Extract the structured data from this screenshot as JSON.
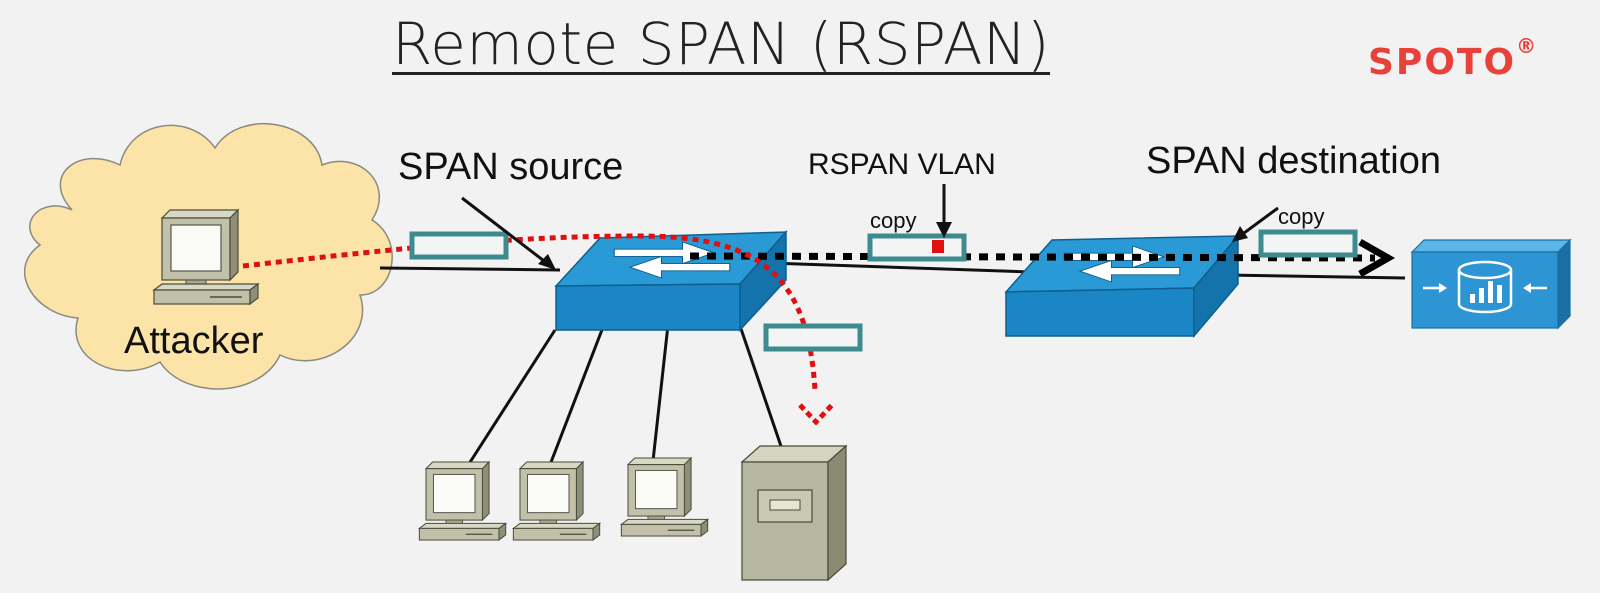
{
  "title": "Remote SPAN (RSPAN)",
  "brand": {
    "name": "SPOTO",
    "mark": "®"
  },
  "labels": {
    "attacker": "Attacker",
    "span_source": "SPAN source",
    "rspan_vlan": "RSPAN VLAN",
    "span_destination": "SPAN destination",
    "copy_vlan": "copy",
    "copy_destination": "copy"
  },
  "colors": {
    "cloud": "#fce4a8",
    "switch_top": "#2a9ad6",
    "switch_side": "#1473aa",
    "packet_border": "#3d8b8f",
    "mirror_arrow": "#e01010",
    "brand": "#e8413a",
    "analyzer": "#2d95d3"
  },
  "icons": [
    "cloud-icon",
    "pc-icon",
    "switch-icon",
    "server-icon",
    "analyzer-icon",
    "packet-icon"
  ]
}
